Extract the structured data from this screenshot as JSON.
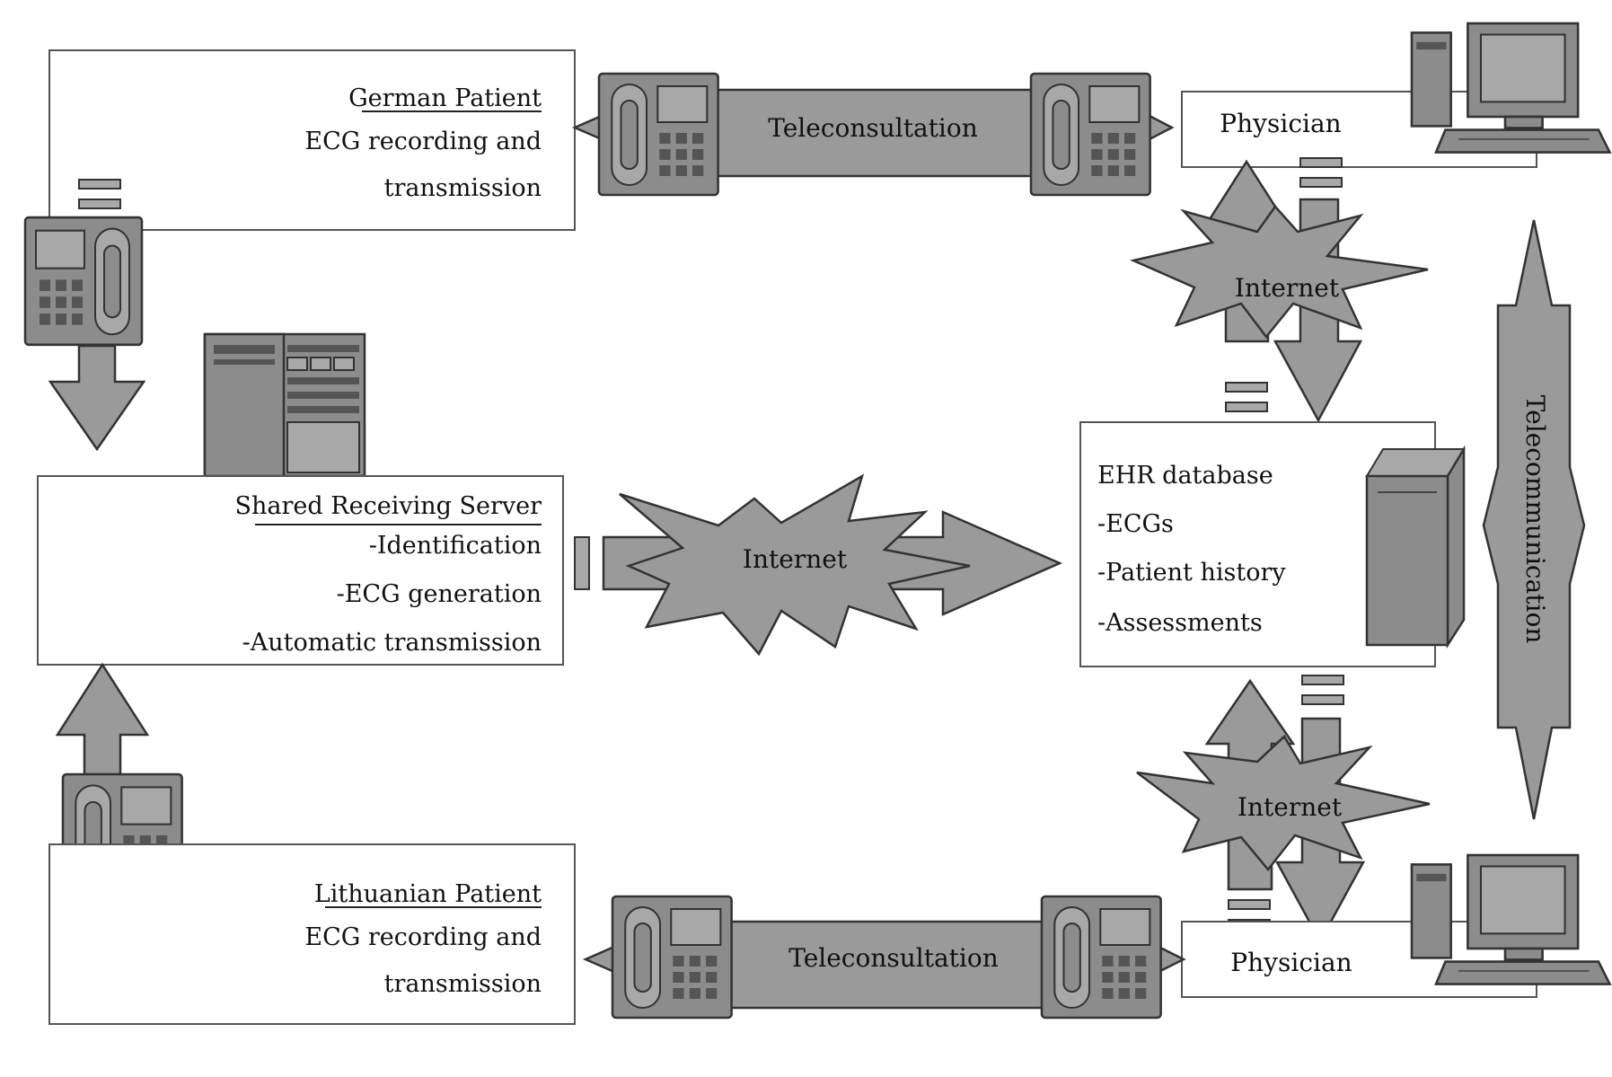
{
  "german_patient": {
    "title": "German Patient",
    "line1": "ECG recording and",
    "line2": "transmission"
  },
  "lithuanian_patient": {
    "title": "Lithuanian Patient",
    "line1": "ECG recording and",
    "line2": "transmission"
  },
  "server": {
    "title": "Shared Receiving Server",
    "items": [
      "-Identification",
      "-ECG generation",
      "-Automatic transmission"
    ]
  },
  "ehr": {
    "title": "EHR database",
    "items": [
      "-ECGs",
      "-Patient history",
      "-Assessments"
    ]
  },
  "physician_top": {
    "label": "Physician"
  },
  "physician_bottom": {
    "label": "Physician"
  },
  "links": {
    "teleconsultation_top": "Teleconsultation",
    "teleconsultation_bottom": "Teleconsultation",
    "internet_center": "Internet",
    "internet_top": "Internet",
    "internet_bottom": "Internet",
    "telecommunication": "Telecommunication"
  },
  "colors": {
    "shape_fill": "#9a9a9a",
    "device_fill": "#8c8c8c",
    "box_stroke": "#555555"
  }
}
